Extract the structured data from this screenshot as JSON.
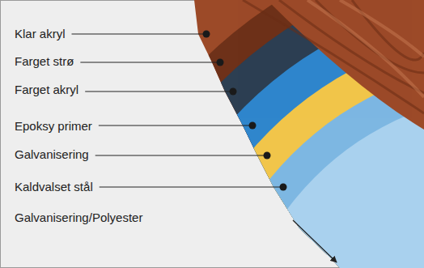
{
  "diagram": {
    "labels": [
      "Klar akryl",
      "Farget strø",
      "Farget akryl",
      "Epoksy primer",
      "Galvanisering",
      "Kaldvalset stål",
      "Galvanisering/Polyester"
    ]
  }
}
